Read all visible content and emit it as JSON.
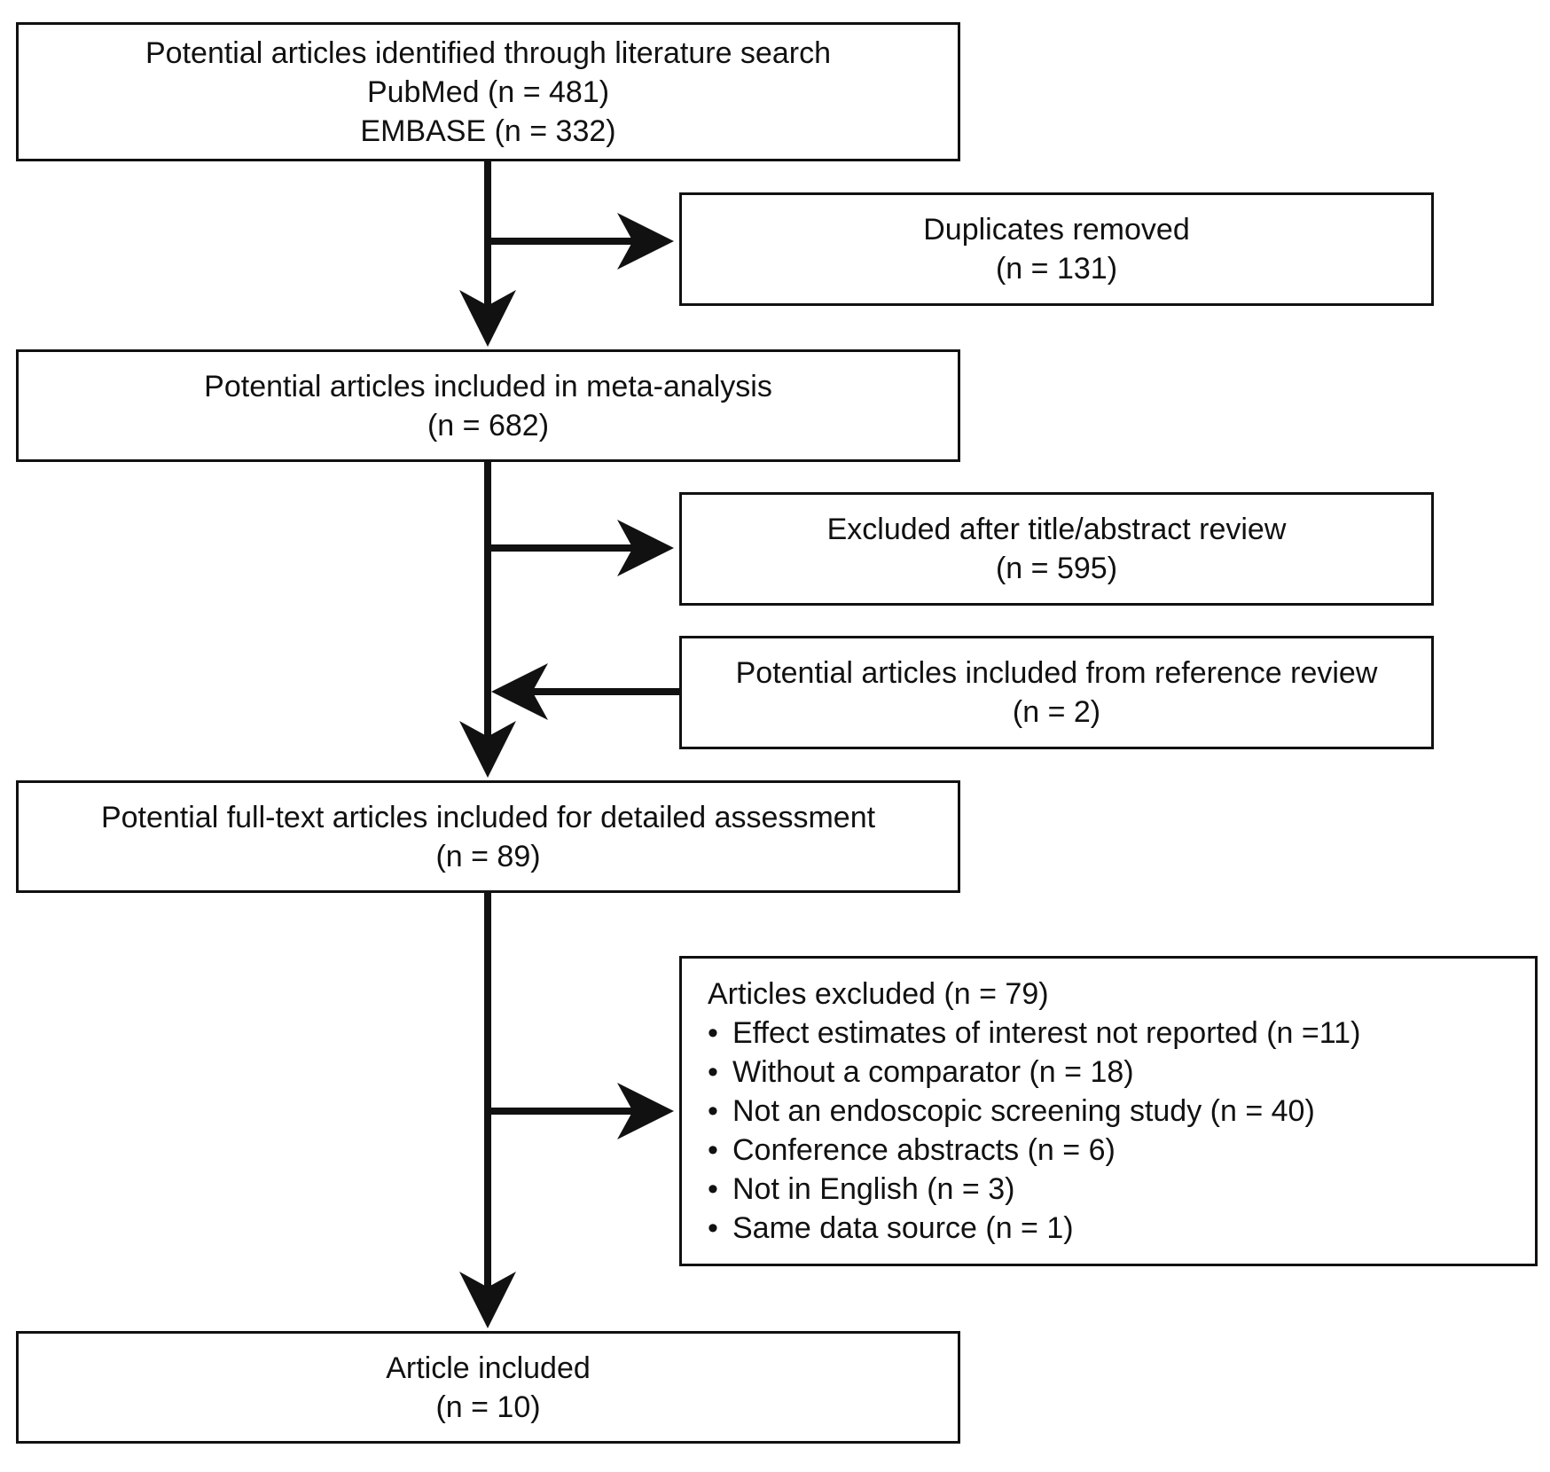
{
  "flow": {
    "search": {
      "title": "Potential articles identified through literature search",
      "pubmed": "PubMed (n = 481)",
      "embase": "EMBASE (n = 332)"
    },
    "duplicates": {
      "title": "Duplicates removed",
      "count": "(n = 131)"
    },
    "meta": {
      "title": "Potential articles included in meta-analysis",
      "count": "(n = 682)"
    },
    "excluded_title": {
      "title": "Excluded after title/abstract review",
      "count": "(n = 595)"
    },
    "reference": {
      "title": "Potential articles included from reference review",
      "count": "(n = 2)"
    },
    "fulltext": {
      "title": "Potential full-text articles included for detailed assessment",
      "count": "(n = 89)"
    },
    "excluded_full": {
      "title": "Articles excluded (n = 79)",
      "reasons": [
        "Effect estimates of interest not reported (n =11)",
        "Without a comparator (n = 18)",
        "Not an endoscopic screening study (n = 40)",
        "Conference abstracts (n = 6)",
        "Not in English (n = 3)",
        "Same data source (n = 1)"
      ]
    },
    "included": {
      "title": "Article included",
      "count": "(n = 10)"
    }
  },
  "colors": {
    "stroke": "#111111",
    "background": "#ffffff"
  }
}
